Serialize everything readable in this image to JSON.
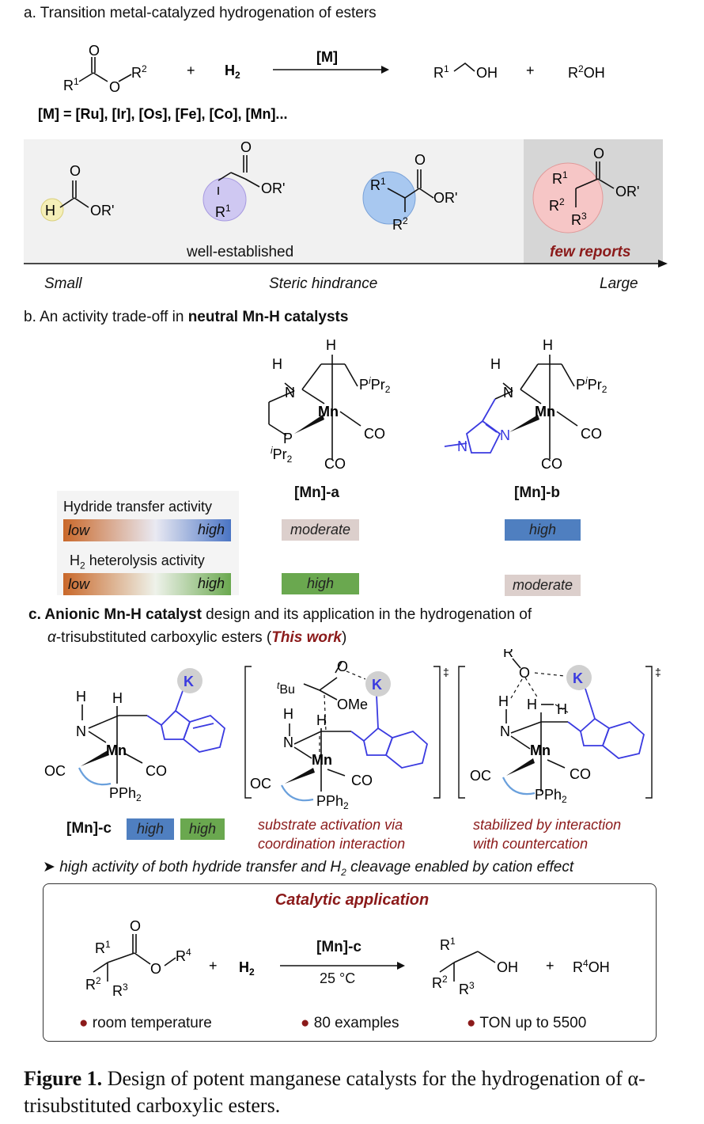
{
  "section_a": {
    "title": "a. Transition metal-catalyzed hydrogenation of esters",
    "catalyst_label": "[M]",
    "plus": "+",
    "h2": "H",
    "metals": "[M] = [Ru], [Ir], [Os], [Fe], [Co], [Mn]...",
    "substrate_labels": [
      "H",
      "OR'",
      "R",
      "1",
      "OR'",
      "R",
      "1",
      "R",
      "2",
      "OR'",
      "R",
      "1",
      "R",
      "2",
      "R",
      "3",
      "OR'"
    ],
    "well_established": "well-established",
    "few_reports": "few reports",
    "axis_small": "Small",
    "axis_mid": "Steric hindrance",
    "axis_large": "Large",
    "r1_oh": "OH",
    "r2_oh": "R²OH"
  },
  "section_b": {
    "title_prefix": "b. An activity trade-off in ",
    "title_bold": "neutral Mn-H catalysts",
    "cat_a": "[Mn]-a",
    "cat_b": "[Mn]-b",
    "hydride_label": "Hydride transfer activity",
    "h2_label_pre": "H",
    "h2_label_post": " heterolysis activity",
    "low": "low",
    "high": "high",
    "a_hydride": "moderate",
    "b_hydride": "high",
    "a_h2": "high",
    "b_h2": "moderate"
  },
  "section_c": {
    "title_bold": "c. Anionic Mn-H catalyst",
    "title_rest": " design and its application in the hydrogenation of",
    "title_line2_pre": "-trisubstituted carboxylic esters (",
    "title_line2_work": "This work",
    "title_line2_post": ")",
    "cat_c": "[Mn]-c",
    "c_hydride": "high",
    "c_h2": "high",
    "note1_l1": "substrate activation via",
    "note1_l2": "coordination interaction",
    "note2_l1": "stabilized by interaction",
    "note2_l2": "with countercation",
    "summary": "high activity of both hydride transfer and H",
    "summary_post": " cleavage enabled by cation effect",
    "app_title": "Catalytic application",
    "app_cat": "[Mn]-c",
    "app_temp": "25 °C",
    "bullet1": "room temperature",
    "bullet2": "80 examples",
    "bullet3": "TON up to 5500",
    "r4oh": "R⁴OH"
  },
  "caption": {
    "label": "Figure 1.",
    "text": " Design of potent manganese catalysts for the hydrogenation of α-trisubstituted carboxylic esters."
  },
  "colors": {
    "blue_ligand": "#3a3ae0",
    "dark_red": "#8b1a1a",
    "badge_moderate": "#d9c9c6",
    "badge_high_blue": "#4f7fc0",
    "badge_high_green": "#6aa84f"
  }
}
